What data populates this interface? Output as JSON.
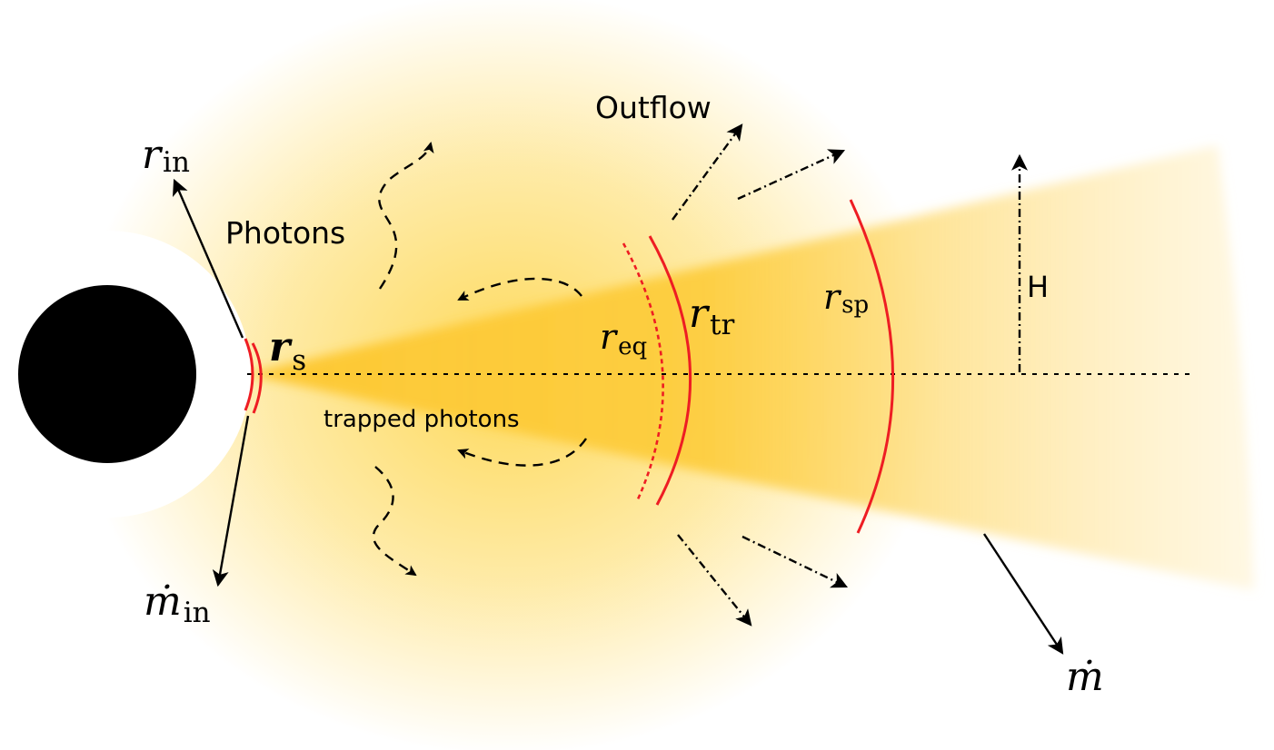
{
  "labels": {
    "outflow": "Outflow",
    "photons": "Photons",
    "trapped_photons": "trapped photons",
    "height": "H",
    "r_in": {
      "main": "r",
      "sub": "in"
    },
    "m_in": {
      "main": "ṁ",
      "sub": "in"
    },
    "r_s": {
      "main": "r",
      "sub": "s"
    },
    "r_eq": {
      "main": "r",
      "sub": "eq"
    },
    "r_tr": {
      "main": "r",
      "sub": "tr"
    },
    "r_sp": {
      "main": "r",
      "sub": "sp"
    },
    "m_dot": "ṁ"
  },
  "colors": {
    "boundary_red": "#ee1d23",
    "glow": "#fed23c",
    "black_hole": "#000000"
  },
  "icons": {
    "black_hole": "black-hole-disc",
    "outflow_arrow": "dash-dot-arrow",
    "photon_arrow": "dashed-wavy-arrow"
  }
}
